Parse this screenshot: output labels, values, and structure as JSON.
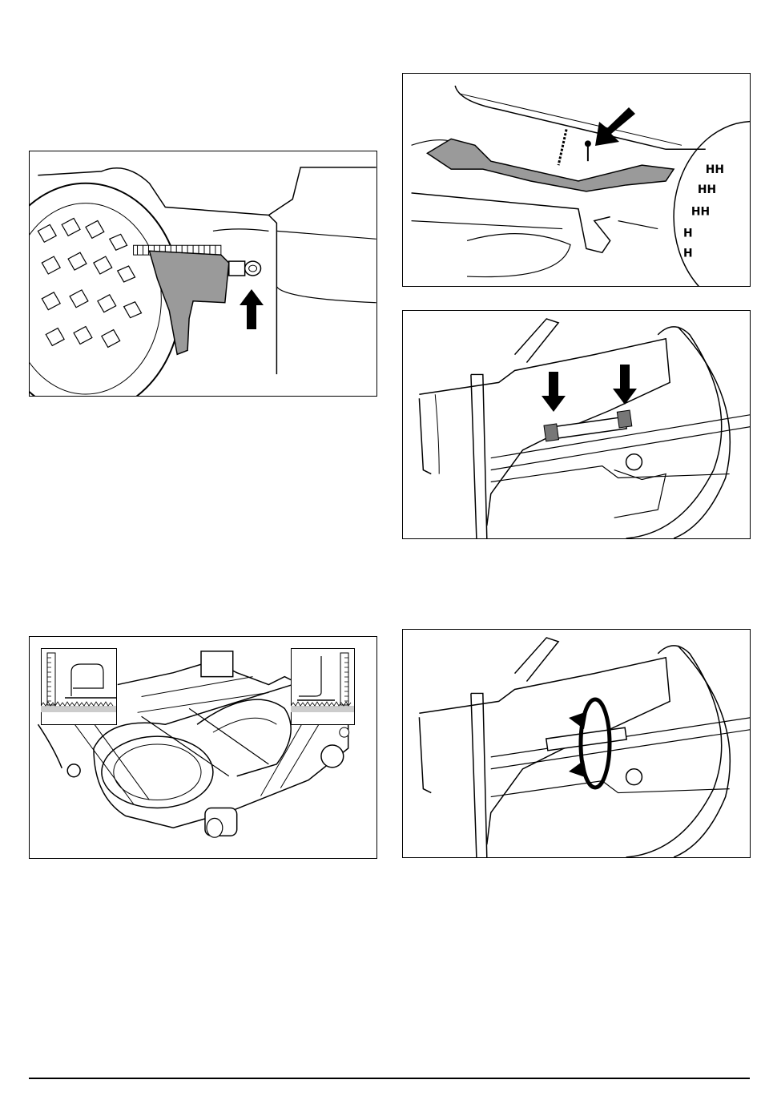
{
  "page": {
    "figures": [
      {
        "id": "fig-spring-bracket",
        "arrows": 1
      },
      {
        "id": "fig-deck-hanger",
        "arrows": 1
      },
      {
        "id": "fig-lift-rod-nuts",
        "arrows": 2
      },
      {
        "id": "fig-mower-deck-height",
        "arrows": 0
      },
      {
        "id": "fig-lift-rod-turnbuckle",
        "arrows": 2
      }
    ],
    "icons": [
      "arrow-up-icon",
      "arrow-down-icon",
      "rotate-arrows-icon"
    ]
  }
}
